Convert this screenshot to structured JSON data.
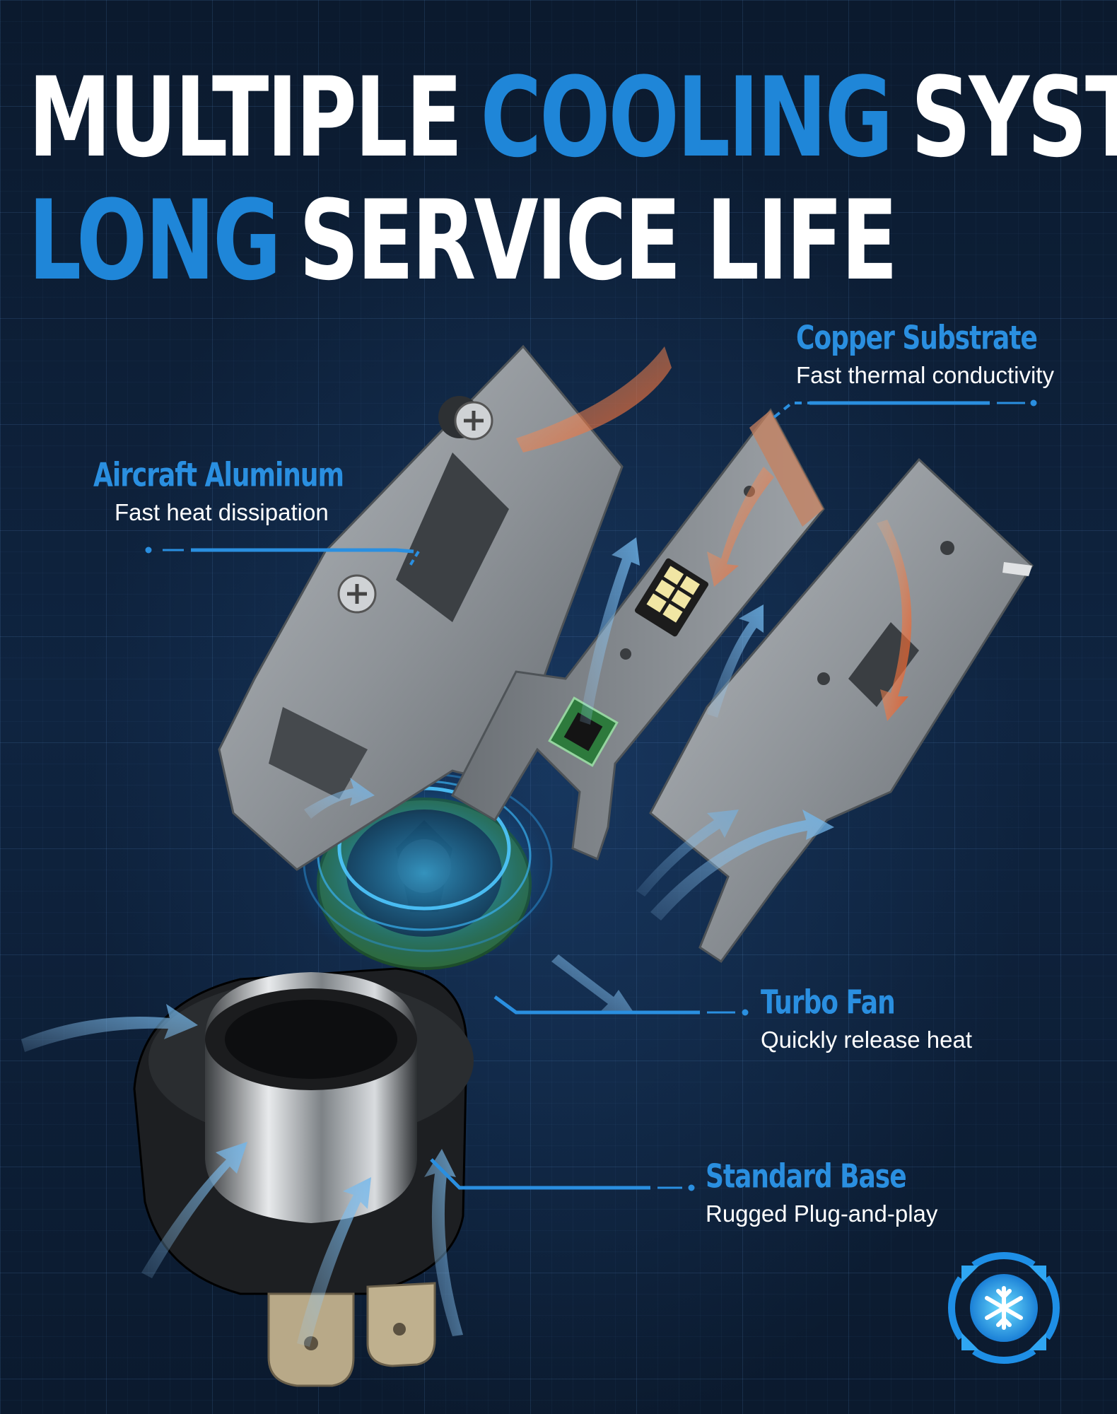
{
  "headline": {
    "line1": [
      {
        "text": "MULTIPLE",
        "color": "white"
      },
      {
        "text": "COOLING",
        "color": "blue"
      },
      {
        "text": "SYSTEM",
        "color": "white"
      }
    ],
    "line2": [
      {
        "text": "LONG",
        "color": "blue"
      },
      {
        "text": "SERVICE LIFE",
        "color": "white"
      }
    ]
  },
  "callouts": {
    "copper": {
      "title": "Copper Substrate",
      "subtitle": "Fast thermal conductivity"
    },
    "aluminum": {
      "title": "Aircraft Aluminum",
      "subtitle": "Fast heat dissipation"
    },
    "fan": {
      "title": "Turbo Fan",
      "subtitle": "Quickly release heat"
    },
    "base": {
      "title": "Standard Base",
      "subtitle": "Rugged Plug-and-play"
    }
  },
  "icons": {
    "badge": "snowflake-icon",
    "colors": {
      "accent": "#1f86d8",
      "heat": "#e8683a",
      "airflow": "#5aa8e0",
      "background": "#0c1d33"
    }
  }
}
